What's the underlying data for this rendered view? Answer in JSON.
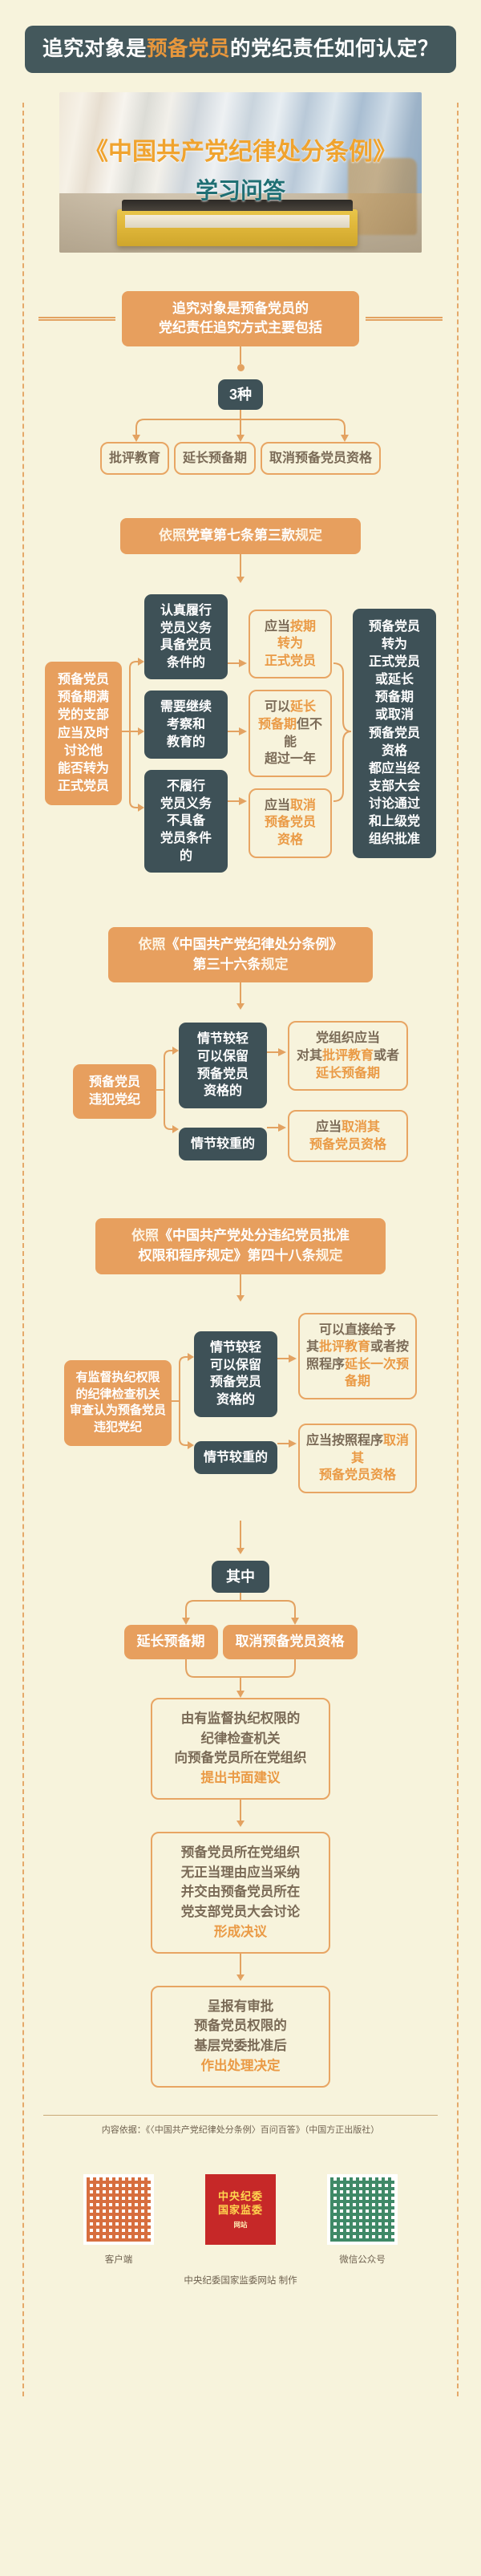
{
  "header": {
    "title_part1": "追究对象是",
    "title_highlight": "预备党员",
    "title_part2": "的党纪责任如何认定？"
  },
  "hero": {
    "title": "《中国共产党纪律处分条例》",
    "subtitle": "学习问答"
  },
  "section1": {
    "heading_line1": "追究对象是预备党员的",
    "heading_line2": "党纪责任追究方式主要包括",
    "count_badge": "3种",
    "options": [
      "批评教育",
      "延长预备期",
      "取消预备党员资格"
    ]
  },
  "section2": {
    "heading_prefix": "依照",
    "heading_main": "党章第七条第三款",
    "heading_suffix": "规定",
    "left_box": "预备党员\n预备期满\n党的支部\n应当及时\n讨论他\n能否转为\n正式党员",
    "rows": [
      {
        "condition": "认真履行\n党员义务\n具备党员\n条件的",
        "result_prefix": "应当",
        "result_highlight": "按期\n转为\n正式党员",
        "result_suffix": ""
      },
      {
        "condition": "需要继续\n考察和\n教育的",
        "result_prefix": "可以",
        "result_highlight": "延长\n预备期",
        "result_suffix": "但不能\n超过一年"
      },
      {
        "condition": "不履行\n党员义务\n不具备\n党员条件\n的",
        "result_prefix": "应当",
        "result_highlight": "取消\n预备党员\n资格",
        "result_suffix": ""
      }
    ],
    "far_box": "预备党员\n转为\n正式党员\n或延长\n预备期\n或取消\n预备党员\n资格\n都应当经\n支部大会\n讨论通过\n和上级党\n组织批准"
  },
  "section3": {
    "heading_prefix": "依照",
    "heading_main": "《中国共产党纪律处分条例》",
    "heading_line2_main": "第三十六条",
    "heading_suffix": "规定",
    "left_box": "预备党员\n违犯党纪",
    "rows": [
      {
        "condition": "情节较轻\n可以保留\n预备党员\n资格的",
        "result_pre": "党组织应当\n对其",
        "result_hl1": "批评教育",
        "result_mid": "或者",
        "result_hl2": "延长预备期"
      },
      {
        "condition": "情节较重的",
        "result_pre": "应当",
        "result_hl1": "取消其\n预备党员资格",
        "result_mid": "",
        "result_hl2": ""
      }
    ]
  },
  "section4": {
    "heading_prefix": "依照",
    "heading_main": "《中国共产党处分违纪党员批准",
    "heading_line2_main": "权限和程序规定》第四十八条",
    "heading_suffix": "规定",
    "left_box": "有监督执纪权限\n的纪律检查机关\n审查认为预备党员\n违犯党纪",
    "rows": [
      {
        "condition": "情节较轻\n可以保留\n预备党员\n资格的",
        "result_pre": "可以直接给予\n其",
        "result_hl1": "批评教育",
        "result_mid": "或者按照程序",
        "result_hl2": "延长一次预备期"
      },
      {
        "condition": "情节较重的",
        "result_pre": "应当按照程序",
        "result_hl1": "取消其\n预备党员资格",
        "result_mid": "",
        "result_hl2": ""
      }
    ]
  },
  "section5": {
    "badge": "其中",
    "options": [
      "延长预备期",
      "取消预备党员资格"
    ],
    "steps": [
      {
        "text": "由有监督执纪权限的\n纪律检查机关\n向预备党员所在党组织",
        "highlight": "提出书面建议"
      },
      {
        "text": "预备党员所在党组织\n无正当理由应当采纳\n并交由预备党员所在\n党支部党员大会讨论",
        "highlight": "形成决议"
      },
      {
        "text": "呈报有审批\n预备党员权限的\n基层党委批准后",
        "highlight": "作出处理决定"
      }
    ]
  },
  "footer": {
    "source": "内容依据：《〈中国共产党纪律处分条例〉百问百答》（中国方正出版社）",
    "qr_items": [
      {
        "caption": "客户端",
        "type": "qr-orange"
      },
      {
        "caption": "",
        "type": "emblem",
        "emblem_line1": "中央纪委",
        "emblem_line2": "国家监委",
        "emblem_sub": "网站"
      },
      {
        "caption": "微信公众号",
        "type": "qr-green"
      }
    ],
    "credit": "中央纪委国家监委网站  制作"
  },
  "colors": {
    "background": "#f7f3dc",
    "dark": "#3e5157",
    "header_dark": "#44585c",
    "orange": "#e79f5e",
    "orange_accent": "#ea9a45",
    "highlight": "#e8973c",
    "brown_text": "#7a6a56",
    "teal": "#1f6f74"
  }
}
